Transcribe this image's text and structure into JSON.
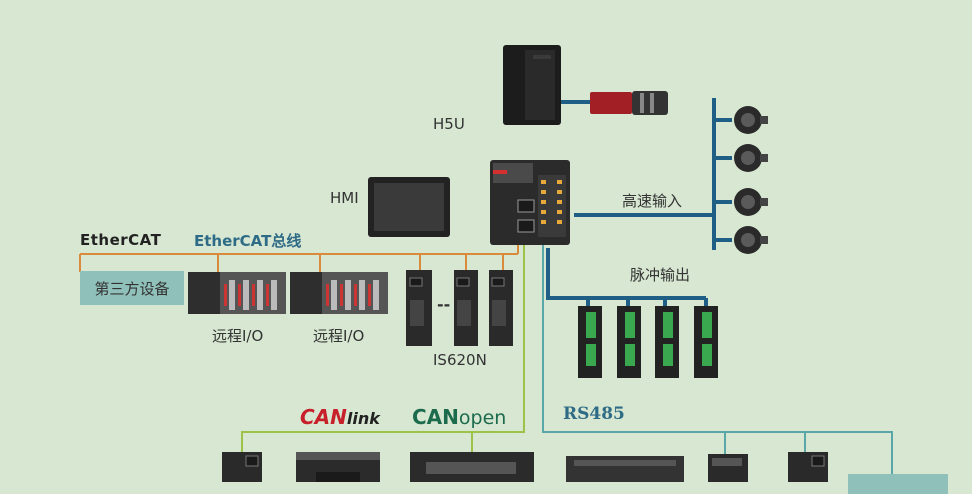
{
  "labels": {
    "h5u": "H5U",
    "hmi": "HMI",
    "high_speed_input": "高速输入",
    "pulse_output": "脉冲输出",
    "ethercat_logo_ether": "Ether",
    "ethercat_logo_cat": "CAT",
    "ethercat_bus": "EtherCAT总线",
    "third_party_device": "第三方设备",
    "remote_io_1": "远程I/O",
    "remote_io_2": "远程I/O",
    "dashes": "--",
    "is620n": "IS620N",
    "canlink_can": "CAN",
    "canlink_link": "link",
    "canopen_can": "CAN",
    "canopen_open": "open",
    "rs485": "RS485"
  },
  "colors": {
    "background": "#d7e7d2",
    "ethercat_line": "#d98a3a",
    "high_speed_bus": "#1f5f86",
    "can_line": "#9cc24a",
    "rs485_line": "#5aa6a8",
    "bus_text": "#2e6b86"
  }
}
